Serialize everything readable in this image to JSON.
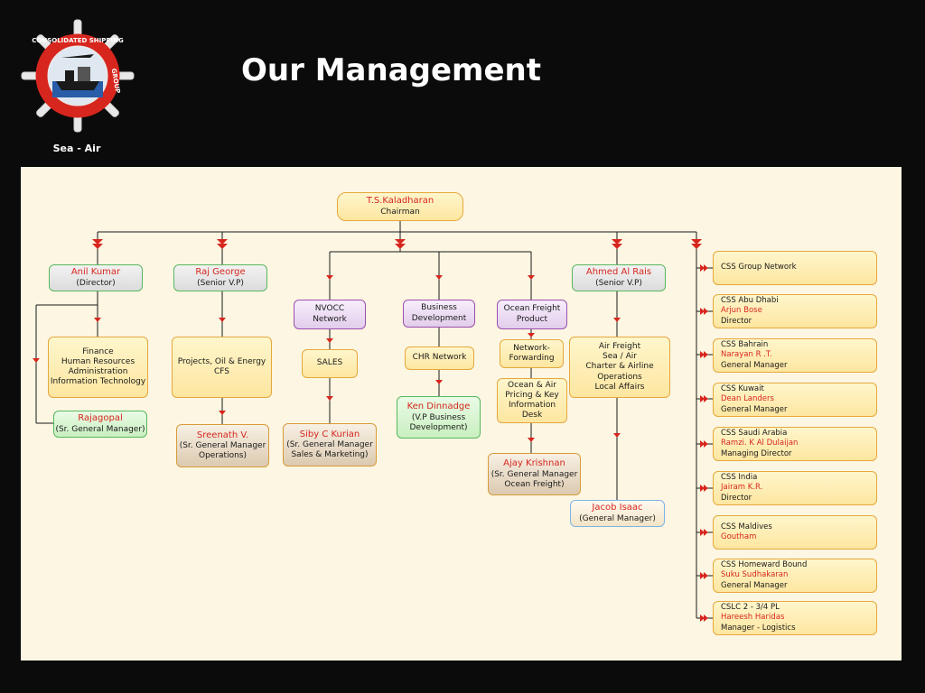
{
  "header": {
    "title": "Our Management",
    "tagline": "Sea - Air"
  },
  "logo": {
    "ring_text_top": "CONSOLIDATED SHIPPING",
    "ring_text_right": "GROUP",
    "icon": "ship-wheel-logo-icon"
  },
  "org": {
    "chairman": {
      "name": "T.S.Kaladharan",
      "title": "Chairman"
    },
    "director": {
      "name": "Anil Kumar",
      "title": "(Director)"
    },
    "director_dept": [
      "Finance",
      "Human Resources",
      "Administration",
      "Information Technology"
    ],
    "director_report": {
      "name": "Rajagopal",
      "title": "(Sr. General Manager)"
    },
    "svp": {
      "name": "Raj George",
      "title": "(Senior V.P)"
    },
    "svp_dept": [
      "Projects, Oil & Energy",
      "CFS"
    ],
    "svp_report": {
      "name": "Sreenath V.",
      "title": "(Sr. General Manager",
      "title2": "Operations)"
    },
    "nvocc": [
      "NVOCC",
      "Network"
    ],
    "nvocc_sub": "SALES",
    "nvocc_report": {
      "name": "Siby C Kurian",
      "title": "(Sr. General Manager",
      "title2": "Sales & Marketing)"
    },
    "bizdev": [
      "Business",
      "Development"
    ],
    "bizdev_sub": "CHR Network",
    "bizdev_report": {
      "name": "Ken Dinnadge",
      "title": "(V.P Business",
      "title2": "Development)"
    },
    "ofp": [
      "Ocean Freight",
      "Product"
    ],
    "ofp_sub1": [
      "Network-",
      "Forwarding"
    ],
    "ofp_sub2": [
      "Ocean & Air",
      "Pricing & Key",
      "Information Desk"
    ],
    "ofp_report": {
      "name": "Ajay Krishnan",
      "title": "(Sr. General Manager",
      "title2": "Ocean Freight)"
    },
    "ahmed": {
      "name": "Ahmed Al Rais",
      "title": "(Senior V.P)"
    },
    "ahmed_dept": [
      "Air Freight",
      "Sea / Air",
      "Charter & Airline Operations",
      "Local Affairs"
    ],
    "ahmed_report": {
      "name": "Jacob Isaac",
      "title": "(General Manager)"
    }
  },
  "network": [
    {
      "office": "CSS Group Network",
      "name": "",
      "role": ""
    },
    {
      "office": "CSS Abu Dhabi",
      "name": "Arjun Bose",
      "role": "Director"
    },
    {
      "office": "CSS Bahrain",
      "name": "Narayan R .T.",
      "role": "General Manager"
    },
    {
      "office": "CSS Kuwait",
      "name": "Dean Landers",
      "role": "General Manager"
    },
    {
      "office": "CSS Saudi Arabia",
      "name": "Ramzi. K Al Dulaijan",
      "role": "Managing Director"
    },
    {
      "office": "CSS India",
      "name": "Jairam K.R.",
      "role": "Director"
    },
    {
      "office": "CSS Maldives",
      "name": "Goutham",
      "role": ""
    },
    {
      "office": "CSS Homeward Bound",
      "name": "Suku Sudhakaran",
      "role": "General Manager"
    },
    {
      "office": "CSLC 2 - 3/4 PL",
      "name": "Hareesh Haridas",
      "role": "Manager - Logistics"
    }
  ],
  "colors": {
    "accent_red": "#d7261e",
    "panel_bg": "#fcf6e2",
    "orange_border": "#e6a83c",
    "green_border": "#58b85f",
    "purple_border": "#9c4fb0"
  }
}
